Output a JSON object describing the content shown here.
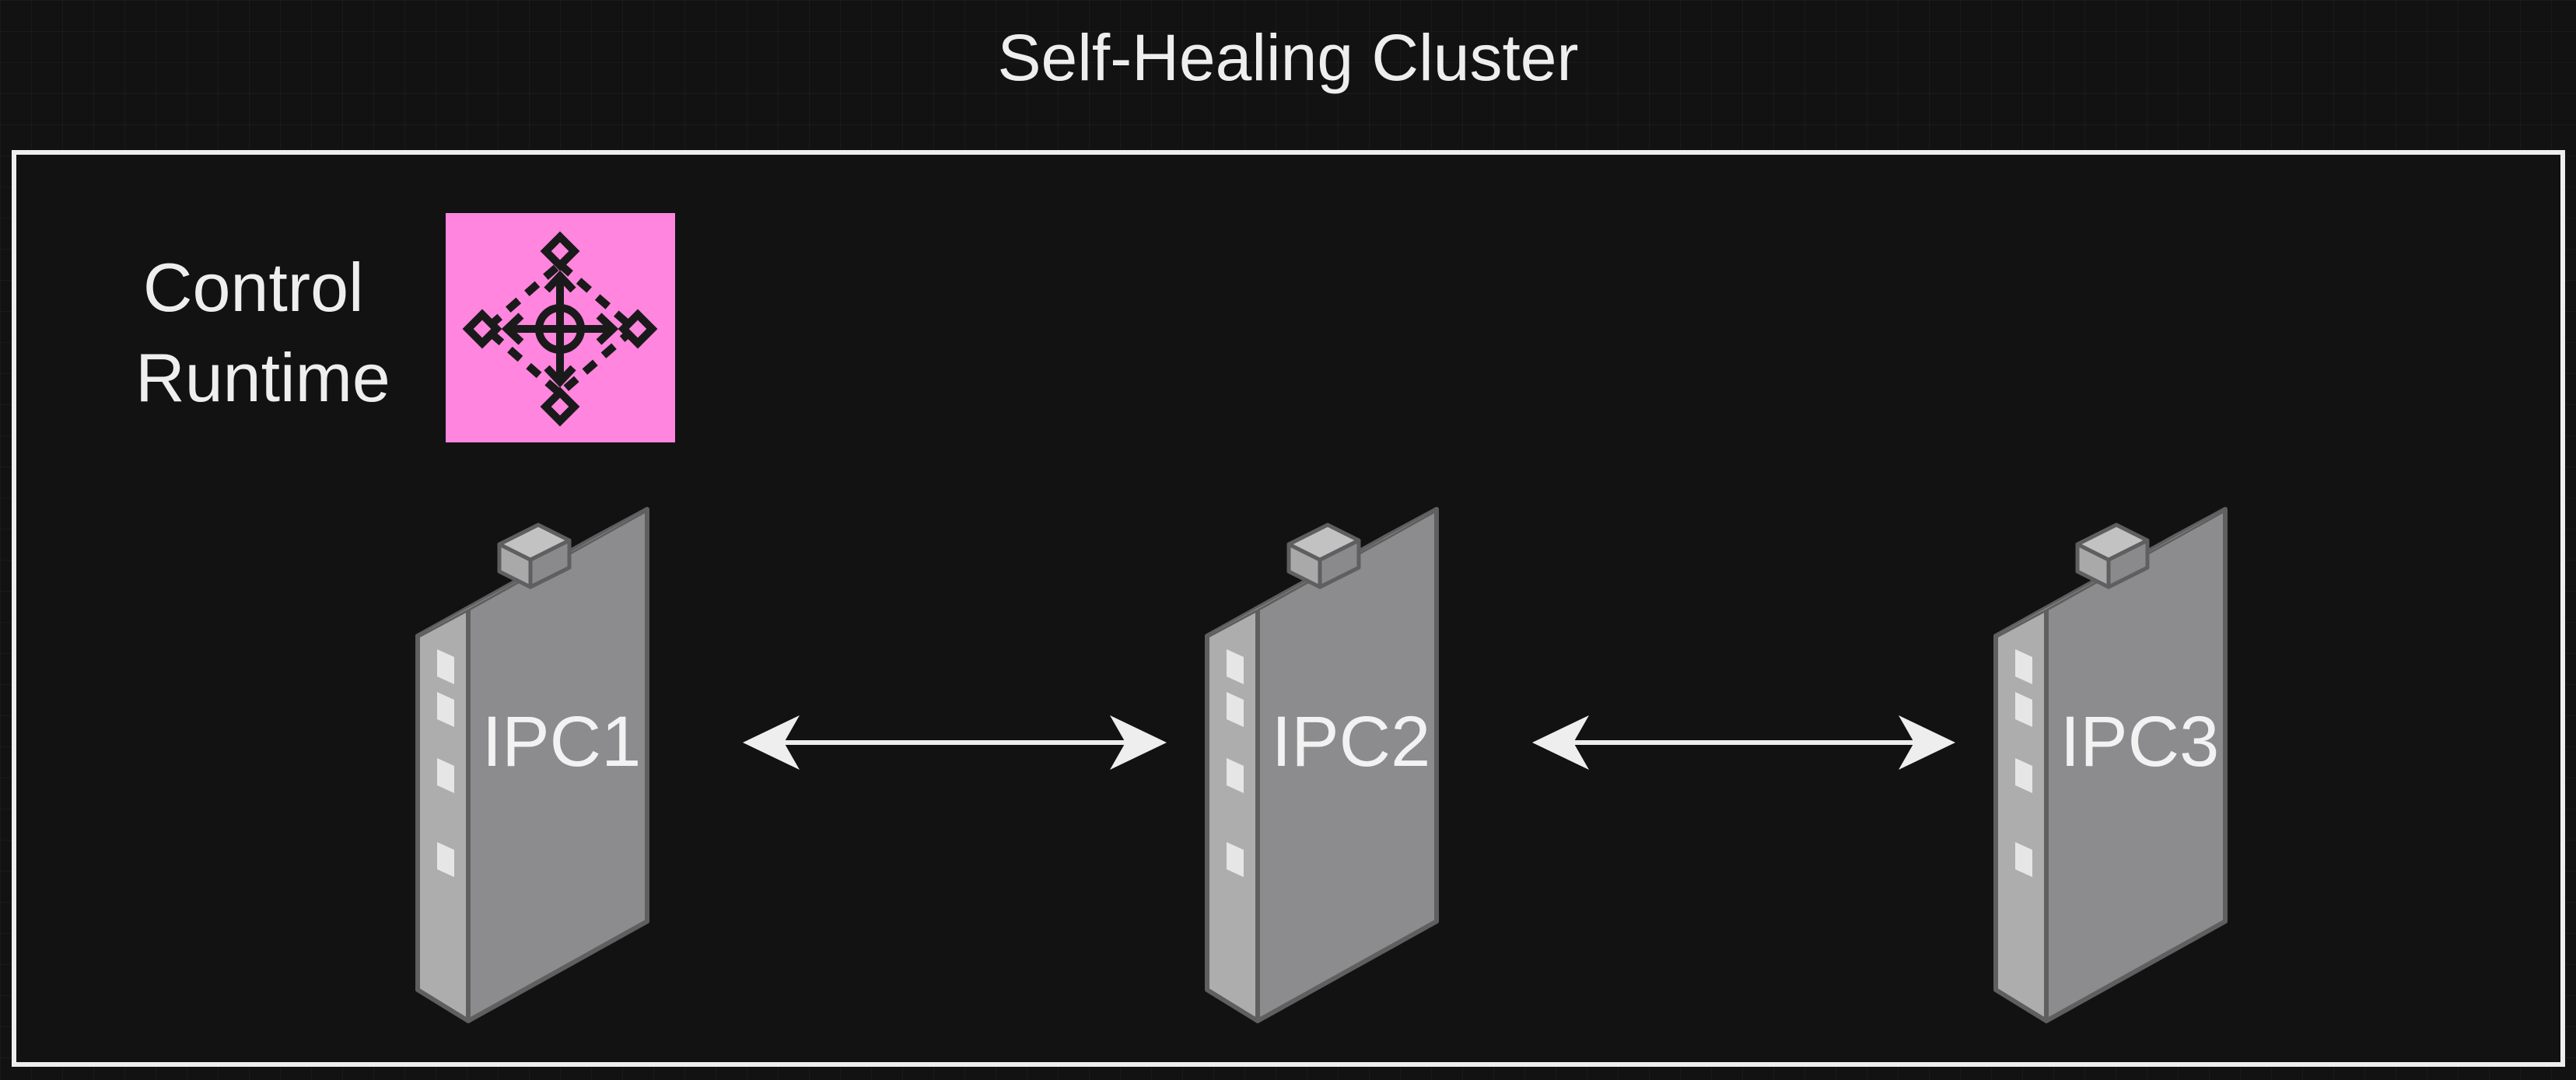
{
  "cluster": {
    "title": "Self-Healing Cluster"
  },
  "control_runtime": {
    "label_line1": "Control",
    "label_line2": "Runtime",
    "icon": "move-arrows-icon",
    "icon_bg_color": "#ff85de"
  },
  "nodes": [
    {
      "label": "IPC1",
      "icon": "industrial-pc-icon"
    },
    {
      "label": "IPC2",
      "icon": "industrial-pc-icon"
    },
    {
      "label": "IPC3",
      "icon": "industrial-pc-icon"
    }
  ],
  "connections": [
    {
      "from": "IPC1",
      "to": "IPC2",
      "direction": "bidirectional"
    },
    {
      "from": "IPC2",
      "to": "IPC3",
      "direction": "bidirectional"
    }
  ],
  "colors": {
    "background": "#121212",
    "frame": "#eeeeee",
    "text": "#eeeeee",
    "arrow": "#eeeeee"
  }
}
